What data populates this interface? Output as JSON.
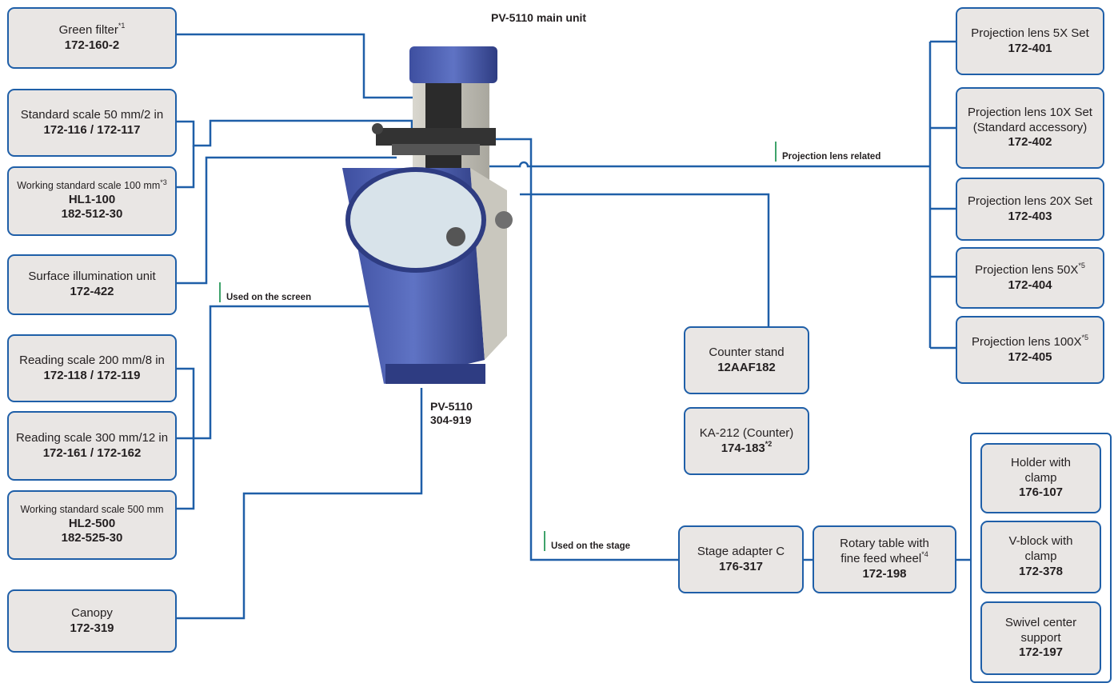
{
  "title": "PV-5110 main unit",
  "main_unit": {
    "name": "PV-5110",
    "code": "304-919"
  },
  "labels": {
    "projection_lens_related": "Projection lens related",
    "used_on_screen": "Used on the screen",
    "used_on_stage": "Used on the stage"
  },
  "left": [
    {
      "name": "Green filter",
      "sup": "*1",
      "codes": [
        "172-160-2"
      ]
    },
    {
      "name": "Standard scale 50 mm/2 in",
      "sup": "",
      "codes": [
        "172-116 / 172-117"
      ]
    },
    {
      "name": "Working standard scale 100 mm",
      "sup": "*3",
      "codes": [
        "HL1-100",
        "182-512-30"
      ]
    },
    {
      "name": "Surface illumination unit",
      "sup": "",
      "codes": [
        "172-422"
      ]
    },
    {
      "name": "Reading scale 200 mm/8 in",
      "sup": "",
      "codes": [
        "172-118 / 172-119"
      ]
    },
    {
      "name": "Reading scale 300 mm/12 in",
      "sup": "",
      "codes": [
        "172-161 / 172-162"
      ]
    },
    {
      "name": "Working standard scale 500 mm",
      "sup": "",
      "codes": [
        "HL2-500",
        "182-525-30"
      ]
    },
    {
      "name": "Canopy",
      "sup": "",
      "codes": [
        "172-319"
      ]
    }
  ],
  "lenses": [
    {
      "lines": [
        "Projection lens 5X Set"
      ],
      "sup": "",
      "code": "172-401"
    },
    {
      "lines": [
        "Projection lens 10X Set",
        "(Standard accessory)"
      ],
      "sup": "",
      "code": "172-402"
    },
    {
      "lines": [
        "Projection lens 20X Set"
      ],
      "sup": "",
      "code": "172-403"
    },
    {
      "lines": [
        "Projection lens 50X"
      ],
      "sup": "*5",
      "code": "172-404"
    },
    {
      "lines": [
        "Projection lens 100X"
      ],
      "sup": "*5",
      "code": "172-405"
    }
  ],
  "counter_stand": {
    "name": "Counter stand",
    "code": "12AAF182"
  },
  "counter": {
    "name": "KA-212 (Counter)",
    "code": "174-183",
    "sup": "*2"
  },
  "stage_adapter": {
    "name": "Stage adapter C",
    "code": "176-317"
  },
  "rotary_table": {
    "lines": [
      "Rotary table with",
      "fine feed wheel"
    ],
    "sup": "*4",
    "code": "172-198"
  },
  "holders": [
    {
      "lines": [
        "Holder with",
        "clamp"
      ],
      "code": "176-107"
    },
    {
      "lines": [
        "V-block with",
        "clamp"
      ],
      "code": "172-378"
    },
    {
      "lines": [
        "Swivel center",
        "support"
      ],
      "code": "172-197"
    }
  ],
  "colors": {
    "line": "#1f5fa8",
    "box_fill": "#e9e6e4",
    "label_accent": "#3fa36b"
  }
}
